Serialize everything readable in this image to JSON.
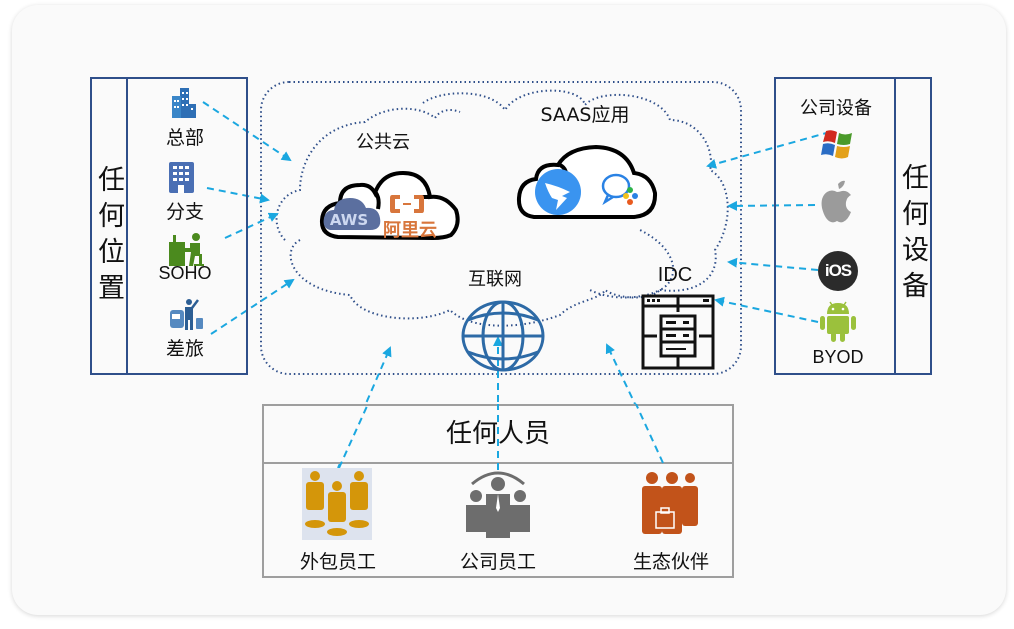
{
  "left_panel": {
    "title": "任何位置",
    "items": [
      {
        "label": "总部",
        "icon": "office-building-icon"
      },
      {
        "label": "分支",
        "icon": "branch-building-icon"
      },
      {
        "label": "SOHO",
        "icon": "home-office-worker-icon"
      },
      {
        "label": "差旅",
        "icon": "business-travel-icon"
      }
    ]
  },
  "right_panel": {
    "title": "任何设备",
    "header": "公司设备",
    "items": [
      {
        "icon": "windows-logo-icon"
      },
      {
        "icon": "apple-logo-icon"
      },
      {
        "icon": "ios-logo-icon",
        "text": "iOS"
      },
      {
        "icon": "android-logo-icon",
        "label": "BYOD"
      }
    ]
  },
  "cloud": {
    "public_cloud": {
      "label": "公共云",
      "providers": [
        "AWS",
        "阿里云"
      ]
    },
    "saas": {
      "label": "SAAS应用",
      "apps": [
        "dingtalk-icon",
        "wecom-icon"
      ]
    },
    "internet": {
      "label": "互联网"
    },
    "idc": {
      "label": "IDC"
    }
  },
  "people": {
    "title": "任何人员",
    "items": [
      {
        "label": "外包员工",
        "icon": "outsourced-staff-icon",
        "color": "#d4960a"
      },
      {
        "label": "公司员工",
        "icon": "company-staff-icon",
        "color": "#6d6d6d"
      },
      {
        "label": "生态伙伴",
        "icon": "ecosystem-partners-icon",
        "color": "#c2531a"
      }
    ]
  },
  "colors": {
    "frame": "#2f4f8a",
    "arrow": "#1aa7e0",
    "dotted": "#2f4f8a",
    "people_box": "#9e9e9e"
  }
}
